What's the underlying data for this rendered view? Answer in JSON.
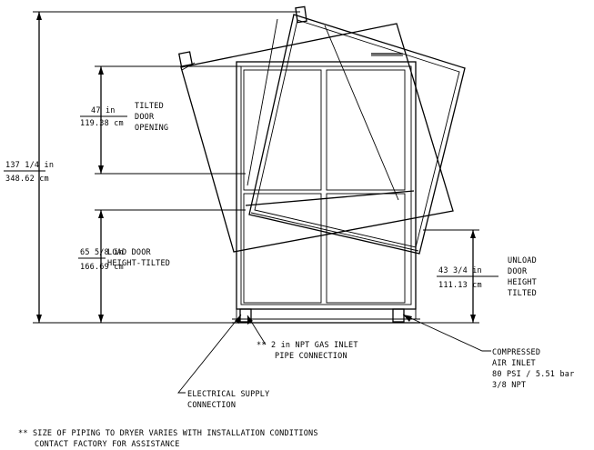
{
  "labels": {
    "overall_height_in": "137 1/4 in",
    "overall_height_cm": "348.62 cm",
    "tilted_opening_in": "47 in",
    "tilted_opening_cm": "119.38 cm",
    "tilted_opening_text": [
      "TILTED",
      "DOOR",
      "OPENING"
    ],
    "load_height_in": "65 5/8 in",
    "load_height_cm": "166.69 cm",
    "load_height_text": [
      "LOAD DOOR",
      "HEIGHT-TILTED"
    ],
    "unload_height_in": "43 3/4 in",
    "unload_height_cm": "111.13 cm",
    "unload_height_text": [
      "UNLOAD",
      "DOOR",
      "HEIGHT",
      "TILTED"
    ],
    "gas_inlet": [
      "** 2 in NPT GAS INLET",
      "PIPE CONNECTION"
    ],
    "compressed_air": [
      "COMPRESSED",
      "AIR INLET",
      "80 PSI / 5.51 bar",
      "3/8 NPT"
    ],
    "electrical": [
      "ELECTRICAL SUPPLY",
      "CONNECTION"
    ],
    "footnote": [
      "** SIZE OF PIPING TO DRYER VARIES WITH INSTALLATION CONDITIONS",
      "CONTACT FACTORY FOR ASSISTANCE"
    ]
  }
}
